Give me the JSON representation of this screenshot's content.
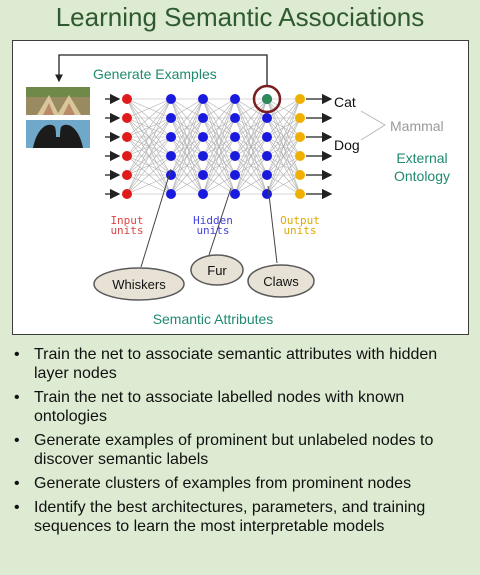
{
  "title": "Learning Semantic Associations",
  "diagram": {
    "generate_examples": "Generate Examples",
    "outputs": [
      "Cat",
      "Dog"
    ],
    "mammal": "Mammal",
    "external_ontology_line1": "External",
    "external_ontology_line2": "Ontology",
    "layer_labels": {
      "input": [
        "Input",
        "units"
      ],
      "hidden": [
        "Hidden",
        "units"
      ],
      "output": [
        "Output",
        "units"
      ]
    },
    "attributes": [
      "Whiskers",
      "Fur",
      "Claws"
    ],
    "semantic_attributes": "Semantic Attributes",
    "colors": {
      "input": "#e01b1b",
      "hidden": "#1a1adf",
      "output": "#f0b000",
      "highlight_ring": "#7a1f1f",
      "teal_text": "#1f8a70"
    }
  },
  "bullets": [
    "Train the net to associate semantic attributes with hidden layer nodes",
    "Train the net to associate labelled nodes with known ontologies",
    "Generate examples of prominent but unlabeled nodes to discover semantic labels",
    "Generate clusters of examples from prominent nodes",
    "Identify the best architectures, parameters, and training sequences to learn the most interpretable models"
  ]
}
